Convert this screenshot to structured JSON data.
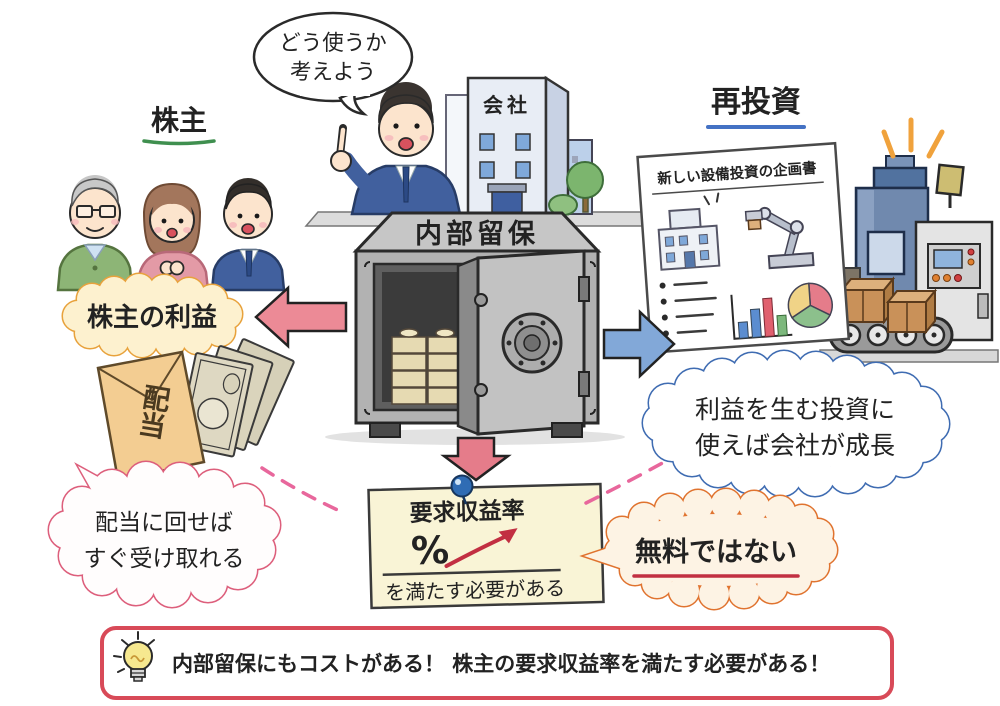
{
  "labels": {
    "speech": {
      "line1": "どう使うか",
      "line2": "考えよう"
    },
    "shareholders": "株主",
    "company": "会社",
    "reinvestment": "再投資",
    "safe": "内部留保",
    "profit": "株主の利益",
    "dividend": "配当",
    "plan_title": "新しい設備投資の企画書",
    "dividend_cloud": {
      "line1": "配当に回せば",
      "line2": "すぐ受け取れる"
    },
    "invest_cloud": {
      "line1": "利益を生む投資に",
      "line2": "使えば会社が成長"
    },
    "note": {
      "line1": "要求収益率",
      "percent": "%",
      "line2": "を満たす必要がある"
    },
    "not_free": "無料ではない",
    "banner": "内部留保にもコストがある！ 株主の要求収益率を満たす必要がある！"
  },
  "colors": {
    "dividend_arrow": "#ec8a96",
    "invest_arrow": "#82a8d8",
    "cost_arrow": "#e57c8a",
    "profit_cloud_border": "#e8a23c",
    "profit_cloud_fill": "#fdf1cf",
    "dividend_cloud_border": "#dd5f7c",
    "invest_cloud_border": "#3f6cb2",
    "not_free_border": "#e0732f",
    "note_fill": "#f9f4d6",
    "underline_green": "#3f8f4f",
    "underline_blue": "#4472c4",
    "underline_red": "#c22f42",
    "dashed_line": "#e8679c",
    "banner_border": "#d84a58",
    "sparkle": "#f0a23c"
  }
}
